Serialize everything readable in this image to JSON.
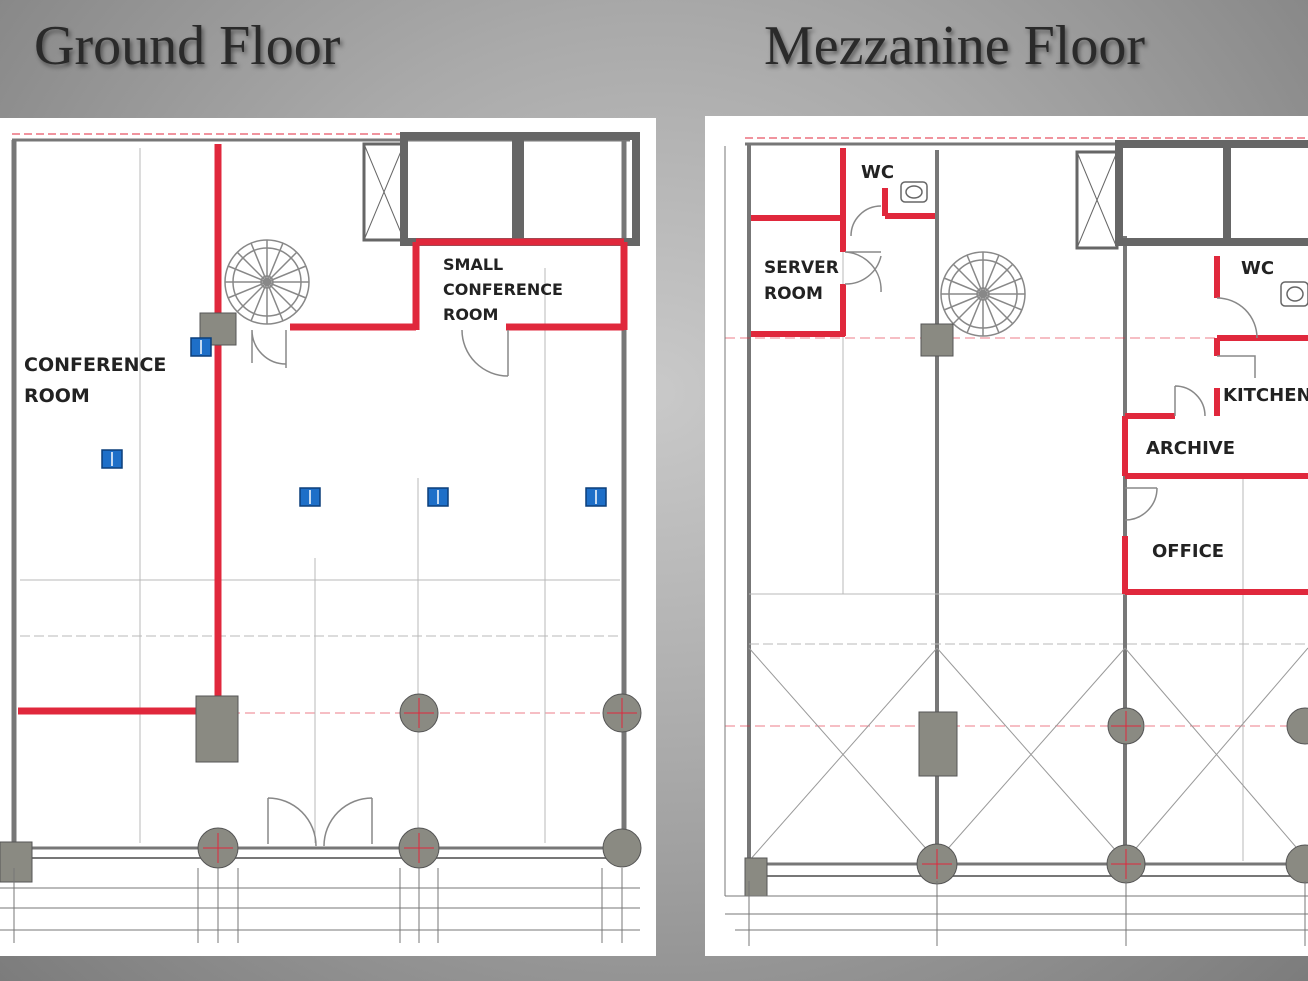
{
  "titles": {
    "ground": "Ground Floor",
    "mezzanine": "Mezzanine Floor"
  },
  "ground_plan": {
    "room_labels": {
      "conference_line1": "CONFERENCE",
      "conference_line2": "ROOM",
      "small_line1": "SMALL",
      "small_line2": "CONFERENCE",
      "small_line3": "ROOM"
    }
  },
  "mezzanine_plan": {
    "room_labels": {
      "wc_left": "WC",
      "server_line1": "SERVER",
      "server_line2": "ROOM",
      "wc_right": "WC",
      "kitchen": "KITCHEN",
      "archive": "ARCHIVE",
      "office": "OFFICE"
    }
  },
  "colors": {
    "partition": "#e0283c",
    "column": "#8a8a82",
    "outlet": "#1e6fc8",
    "wall": "#777777"
  }
}
